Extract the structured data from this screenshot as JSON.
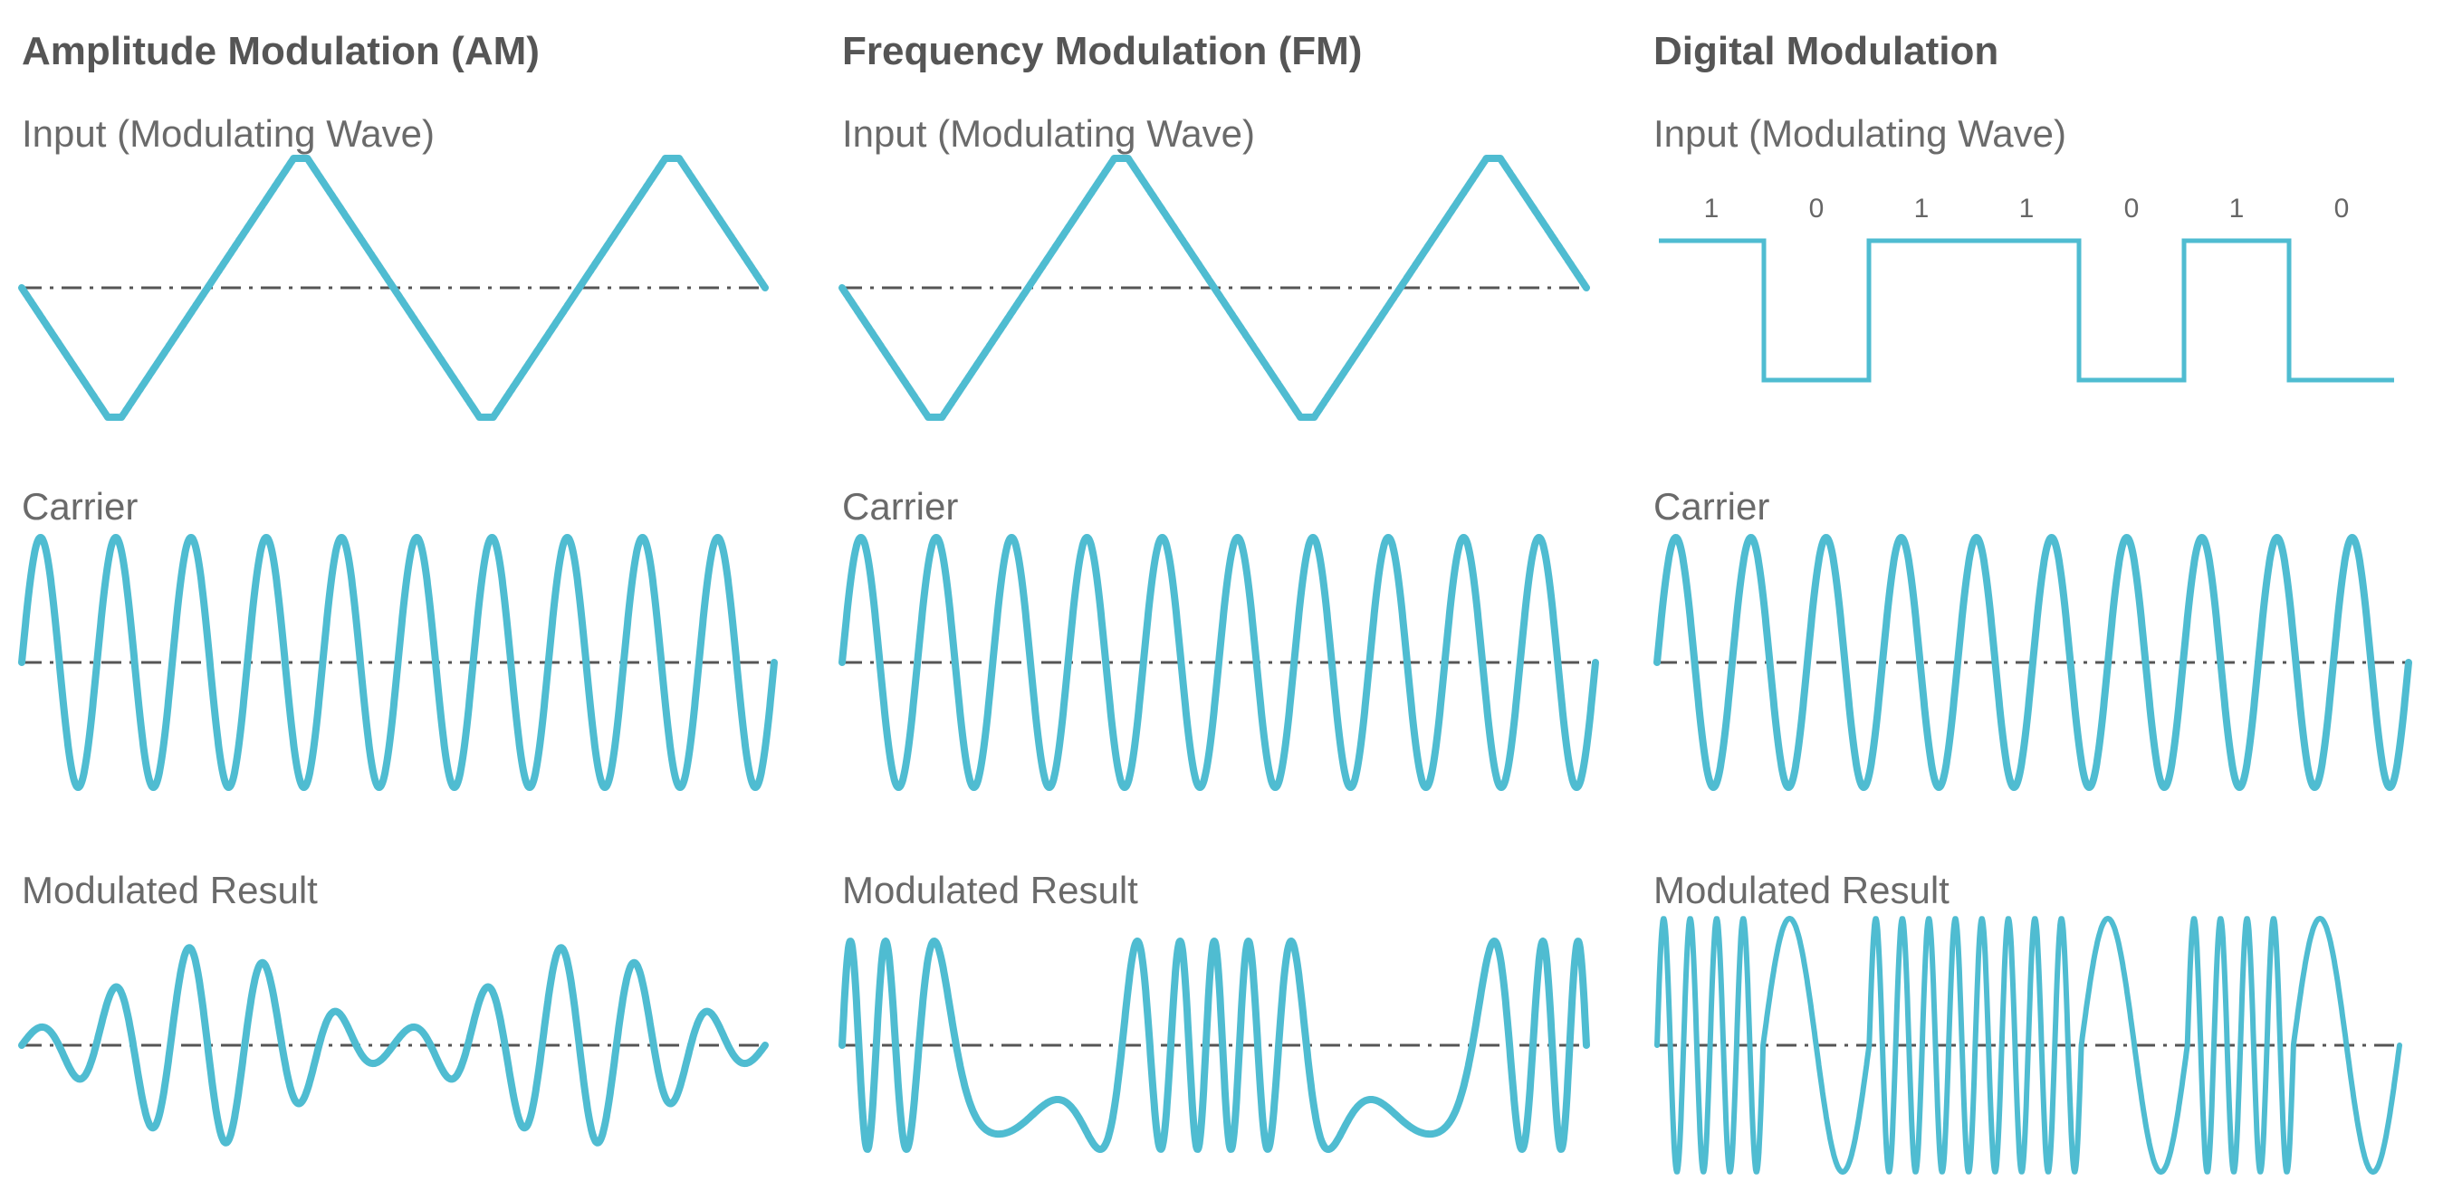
{
  "colors": {
    "wave": "#4fbcd1",
    "axis": "#555555",
    "heading": "#555555",
    "label": "#6a6a6a",
    "background": "#ffffff"
  },
  "columns": [
    {
      "key": "am",
      "title": "Amplitude Modulation (AM)",
      "input_label": "Input (Modulating Wave)",
      "carrier_label": "Carrier",
      "result_label": "Modulated Result",
      "carrier_cycles": 10,
      "result_cycles": 10
    },
    {
      "key": "fm",
      "title": "Frequency Modulation (FM)",
      "input_label": "Input (Modulating Wave)",
      "carrier_label": "Carrier",
      "result_label": "Modulated Result",
      "carrier_cycles": 10
    },
    {
      "key": "digital",
      "title": "Digital Modulation",
      "input_label": "Input (Modulating Wave)",
      "carrier_label": "Carrier",
      "result_label": "Modulated Result",
      "bits": [
        "1",
        "0",
        "1",
        "1",
        "0",
        "1",
        "0"
      ],
      "carrier_cycles": 10
    }
  ]
}
